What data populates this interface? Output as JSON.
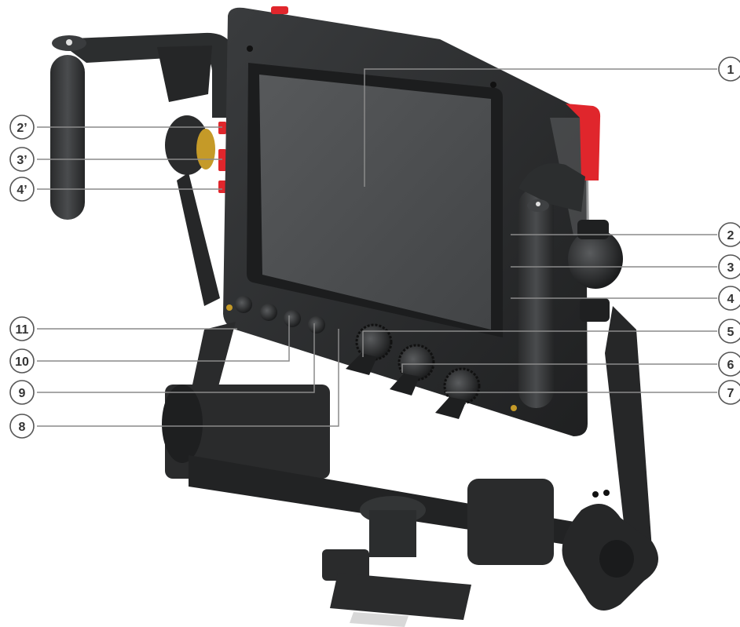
{
  "callouts": {
    "c1": "1",
    "c2": "2",
    "c3": "3",
    "c4": "4",
    "c5": "5",
    "c6": "6",
    "c7": "7",
    "c8": "8",
    "c9": "9",
    "c10": "10",
    "c11": "11",
    "c2p": "2’",
    "c3p": "3’",
    "c4p": "4’"
  },
  "colors": {
    "body_dark": "#2b2d2e",
    "body_mid": "#3a3c3e",
    "screen": "#4c4e50",
    "accent_red": "#e0262c",
    "accent_gold": "#c59a28",
    "callout_line": "#8a8a8a"
  }
}
